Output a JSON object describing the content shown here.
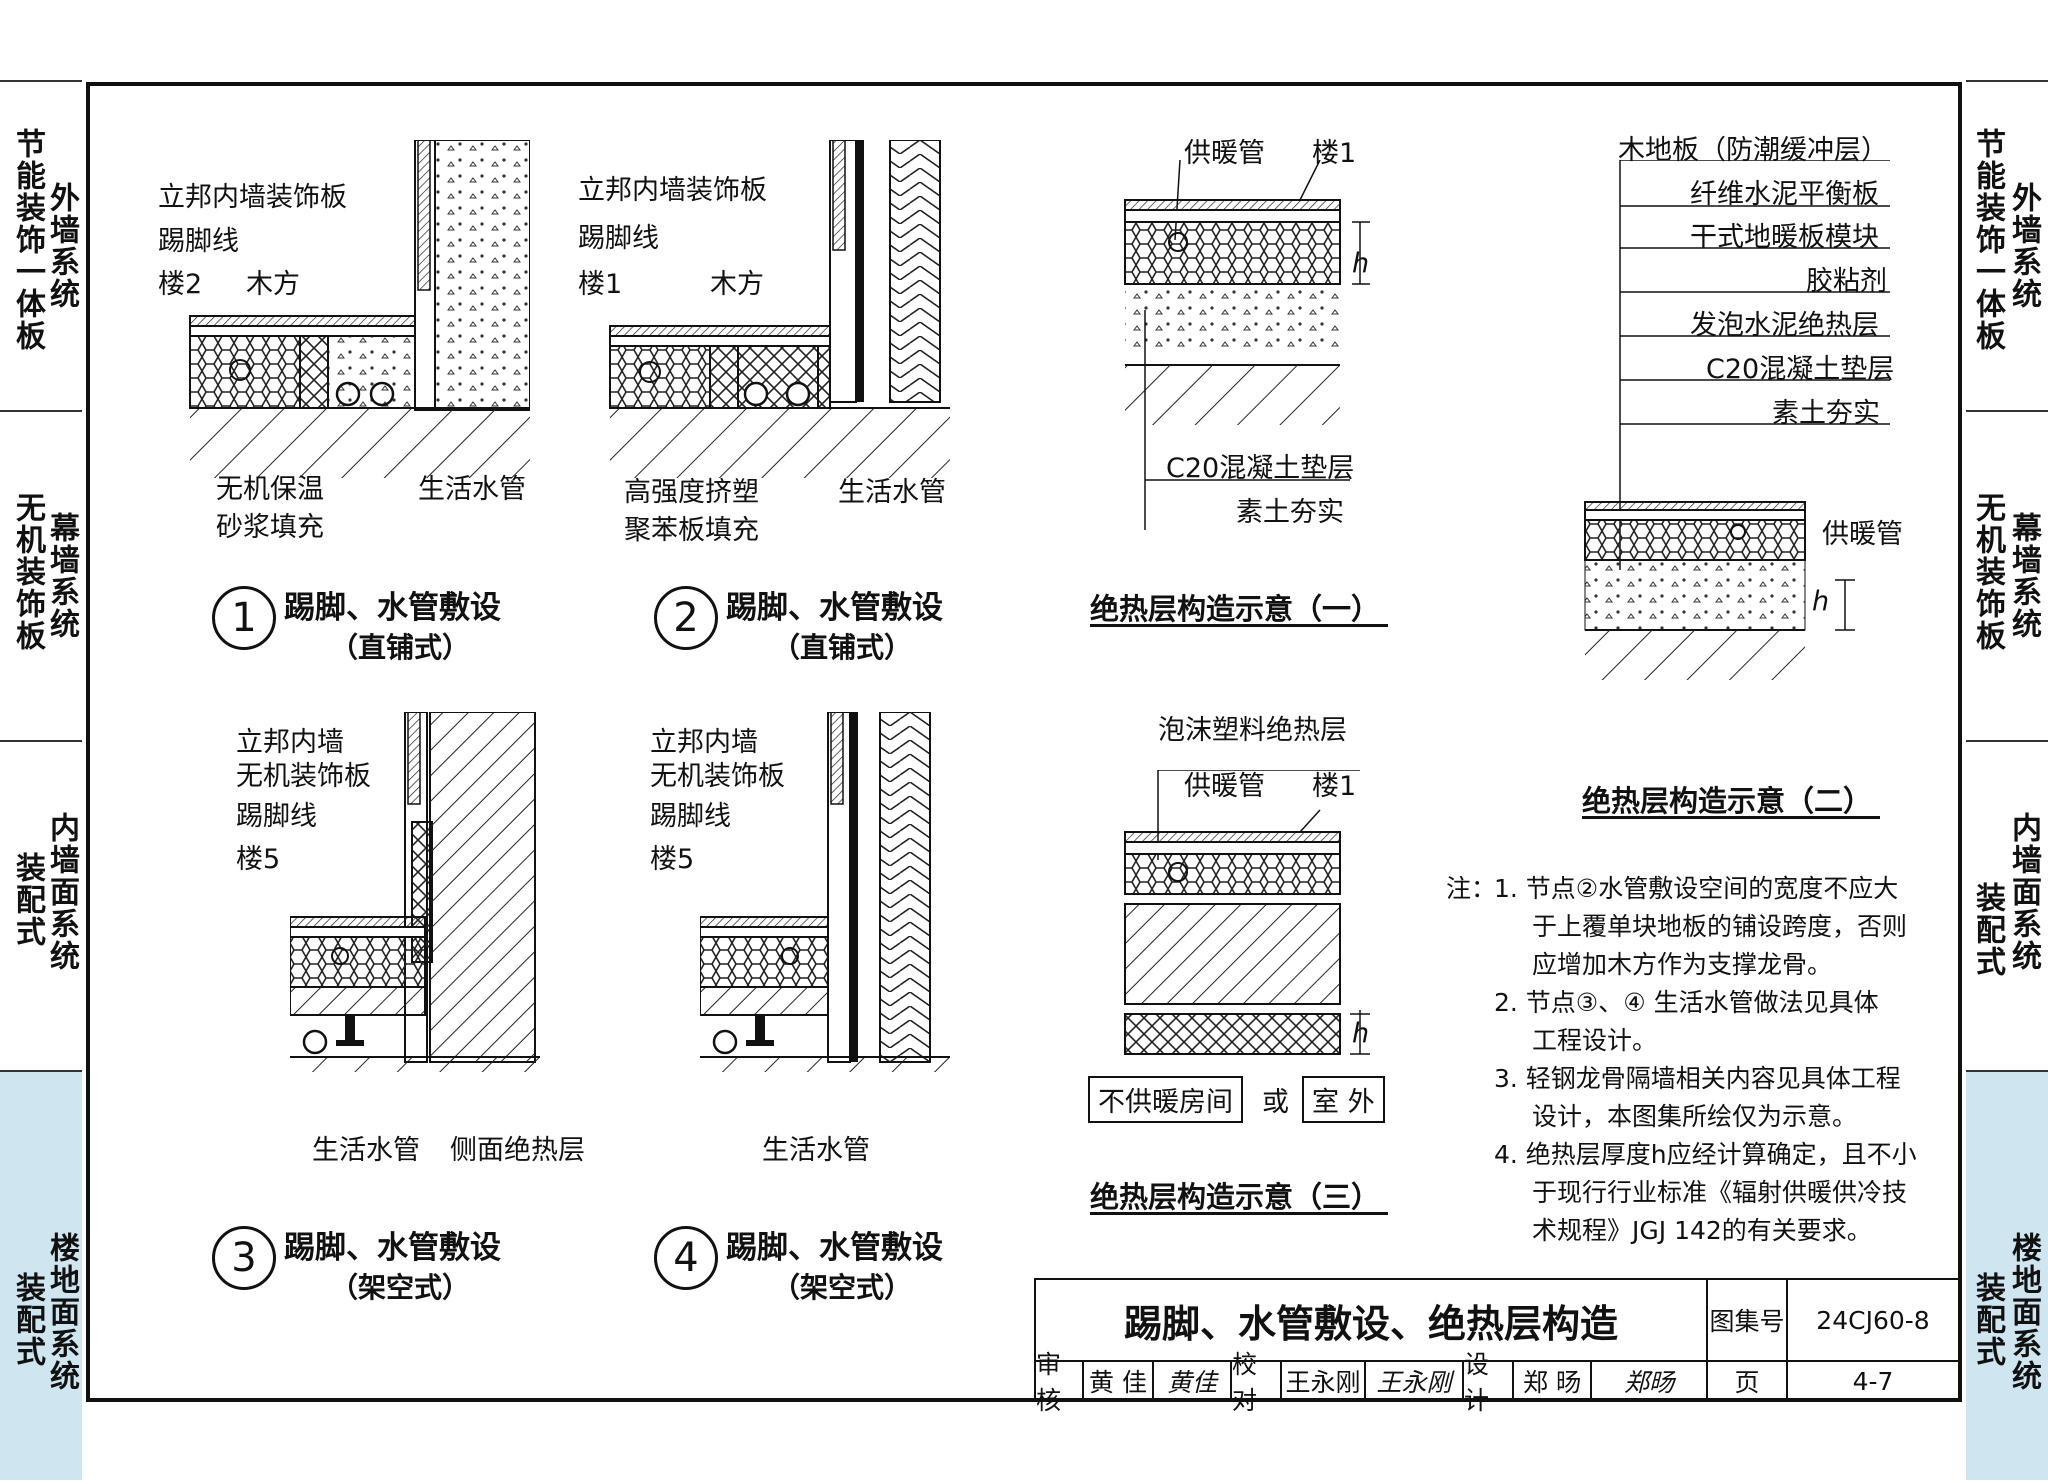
{
  "side_tabs_left": [
    {
      "col1": "节能装饰一体板",
      "col2": "外墙系统",
      "active": false
    },
    {
      "col1": "无机装饰板",
      "col2": "幕墙系统",
      "active": false
    },
    {
      "col1": "装配式",
      "col2": "内墙面系统",
      "active": false
    },
    {
      "col1": "装配式",
      "col2": "楼地面系统",
      "active": true
    }
  ],
  "side_tabs_right": [
    {
      "col1": "节能装饰一体板",
      "col2": "外墙系统",
      "active": false
    },
    {
      "col1": "无机装饰板",
      "col2": "幕墙系统",
      "active": false
    },
    {
      "col1": "装配式",
      "col2": "内墙面系统",
      "active": false
    },
    {
      "col1": "装配式",
      "col2": "楼地面系统",
      "active": true
    }
  ],
  "detail1": {
    "num": "1",
    "title": "踢脚、水管敷设",
    "subtitle": "（直铺式）",
    "labels": {
      "wall_panel": "立邦内墙装饰板",
      "skirting": "踢脚线",
      "floor": "楼2",
      "timber": "木方",
      "mortar1": "无机保温",
      "mortar2": "砂浆填充",
      "pipe": "生活水管"
    }
  },
  "detail2": {
    "num": "2",
    "title": "踢脚、水管敷设",
    "subtitle": "（直铺式）",
    "labels": {
      "wall_panel": "立邦内墙装饰板",
      "skirting": "踢脚线",
      "floor": "楼1",
      "timber": "木方",
      "xps1": "高强度挤塑",
      "xps2": "聚苯板填充",
      "pipe": "生活水管"
    }
  },
  "detail3": {
    "num": "3",
    "title": "踢脚、水管敷设",
    "subtitle": "（架空式）",
    "labels": {
      "wall1": "立邦内墙",
      "wall2": "无机装饰板",
      "skirting": "踢脚线",
      "floor": "楼5",
      "pipe": "生活水管",
      "side_ins": "侧面绝热层"
    }
  },
  "detail4": {
    "num": "4",
    "title": "踢脚、水管敷设",
    "subtitle": "（架空式）",
    "labels": {
      "wall1": "立邦内墙",
      "wall2": "无机装饰板",
      "skirting": "踢脚线",
      "floor": "楼5",
      "pipe": "生活水管"
    }
  },
  "ins1": {
    "title": "绝热层构造示意（一）",
    "labels": {
      "heat_pipe": "供暖管",
      "floor": "楼1",
      "h": "h",
      "concrete": "C20混凝土垫层",
      "soil": "素土夯实"
    }
  },
  "ins2": {
    "title": "绝热层构造示意（二）",
    "layers": [
      "木地板（防潮缓冲层）",
      "纤维水泥平衡板",
      "干式地暖板模块",
      "胶粘剂",
      "发泡水泥绝热层",
      "C20混凝土垫层",
      "素土夯实"
    ],
    "heat_pipe": "供暖管",
    "h": "h"
  },
  "ins3": {
    "title": "绝热层构造示意（三）",
    "labels": {
      "foam": "泡沫塑料绝热层",
      "heat_pipe": "供暖管",
      "floor": "楼1",
      "h": "h",
      "room": "不供暖房间",
      "or": "或",
      "outdoor": "室 外"
    }
  },
  "notes": {
    "head": "注：",
    "lines": [
      "1. 节点②水管敷设空间的宽度不应大",
      "于上覆单块地板的铺设跨度，否则",
      "应增加木方作为支撑龙骨。",
      "2. 节点③、④ 生活水管做法见具体",
      "工程设计。",
      "3. 轻钢龙骨隔墙相关内容见具体工程",
      "设计，本图集所绘仅为示意。",
      "4. 绝热层厚度h应经计算确定，且不小",
      "于现行行业标准《辐射供暖供冷技",
      "术规程》JGJ 142的有关要求。"
    ]
  },
  "title_block": {
    "title": "踢脚、水管敷设、绝热层构造",
    "atlas_label": "图集号",
    "atlas_no": "24CJ60-8",
    "review_label": "审核",
    "reviewer": "黄 佳",
    "reviewer_sig": "黄佳",
    "check_label": "校对",
    "checker": "王永刚",
    "checker_sig": "王永刚",
    "design_label": "设计",
    "designer": "郑 旸",
    "designer_sig": "郑旸",
    "page_label": "页",
    "page_no": "4-7"
  }
}
